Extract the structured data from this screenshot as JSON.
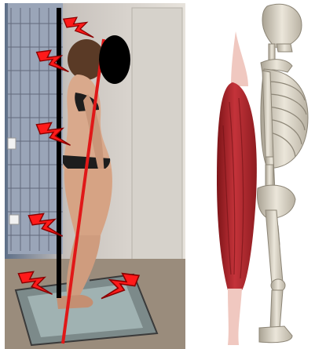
{
  "figure": {
    "left_panel": {
      "content": "photo-side-view-woman-standing-on-posture-platform",
      "reference_line_color": "#000000",
      "tilt_line_color": "#e01818",
      "face_mask_color": "#000000",
      "marker_icon": "lightning-bolt-icon",
      "marker_fill": "#ff1a1a",
      "marker_count": 6
    },
    "right_panel": {
      "content": "anatomical-illustration-skeleton-side-view-with-isolated-muscle",
      "muscle_color": "#b3242a",
      "tendon_color": "#f0c8c0",
      "bone_color": "#d9d2c4"
    },
    "divider_color": "#ffffff"
  }
}
